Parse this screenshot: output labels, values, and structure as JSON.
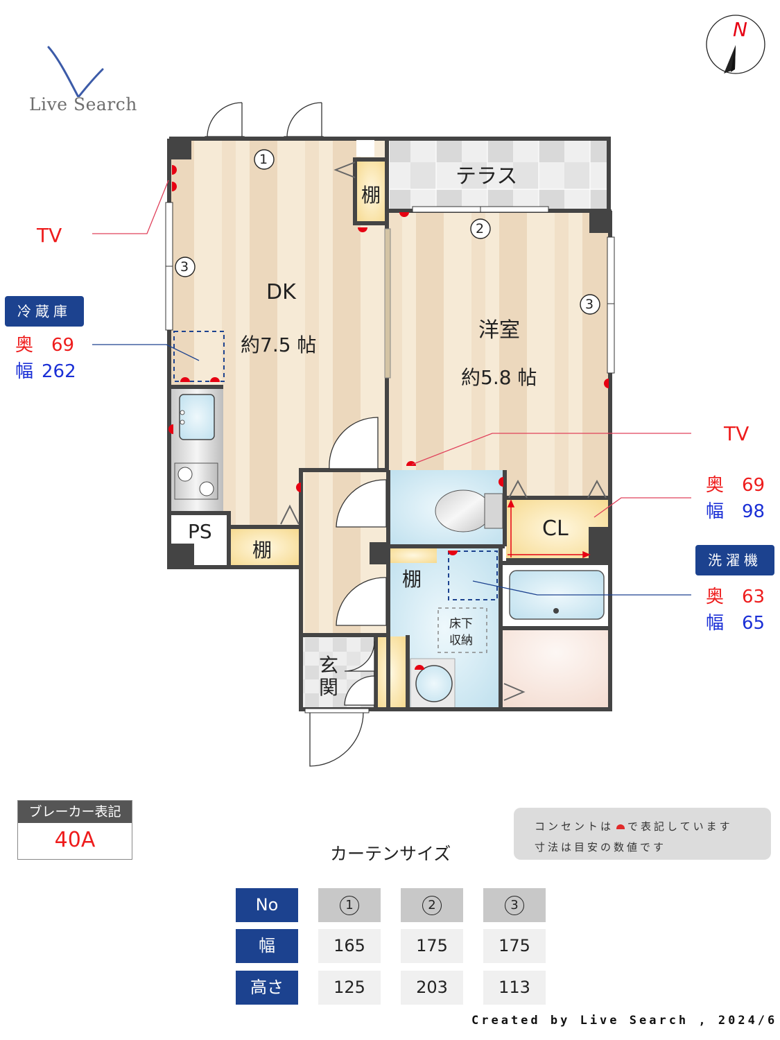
{
  "logo": {
    "text": "Live Search"
  },
  "compass": {
    "label": "N"
  },
  "rooms": {
    "dk": {
      "name": "DK",
      "size": "約7.5 帖"
    },
    "western": {
      "name": "洋室",
      "size": "約5.8 帖"
    },
    "terrace": {
      "name": "テラス"
    },
    "shelf_top": "棚",
    "shelf_dk": "棚",
    "shelf_wash": "棚",
    "ps": "PS",
    "closet": "CL",
    "entrance_1": "玄",
    "entrance_2": "関",
    "underfloor_1": "床下",
    "underfloor_2": "収納"
  },
  "window_markers": {
    "dk_top": "1",
    "dk_left": "3",
    "western_top": "2",
    "western_right": "3"
  },
  "callouts": {
    "tv_left": "TV",
    "tv_right": "TV",
    "fridge": {
      "title": "冷蔵庫",
      "depth_key": "奥",
      "depth": "69",
      "width_key": "幅",
      "width": "262"
    },
    "closet": {
      "depth_key": "奥",
      "depth": "69",
      "width_key": "幅",
      "width": "98"
    },
    "washer": {
      "title": "洗濯機",
      "depth_key": "奥",
      "depth": "63",
      "width_key": "幅",
      "width": "65"
    }
  },
  "breaker": {
    "title": "ブレーカー表記",
    "value": "40A"
  },
  "note": {
    "line1_pre": "コンセントは",
    "line1_post": "で表記しています",
    "line2": "寸法は目安の数値です"
  },
  "curtain": {
    "title": "カーテンサイズ",
    "row_headers": [
      "No",
      "幅",
      "高さ"
    ],
    "columns": [
      {
        "no": "1",
        "width": "165",
        "height": "125"
      },
      {
        "no": "2",
        "width": "175",
        "height": "203"
      },
      {
        "no": "3",
        "width": "175",
        "height": "113"
      }
    ]
  },
  "footer": {
    "text": "Created by Live Search , 2024/6"
  },
  "colors": {
    "brand_blue": "#1c428f",
    "outlet_red": "#e60012",
    "wall": "#444444",
    "floor_light": "#f6ead6",
    "floor_dark": "#ecd9bf"
  }
}
